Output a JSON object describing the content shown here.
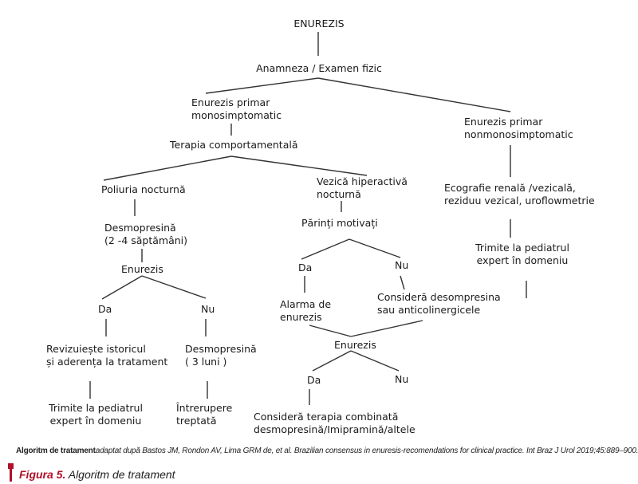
{
  "diagram": {
    "nodes": {
      "enurezis": [
        "ENUREZIS"
      ],
      "anamneza": [
        "Anamneza / Examen fizic"
      ],
      "primar_mono": [
        "Enurezis primar",
        "monosimptomatic"
      ],
      "primar_nonmono": [
        "Enurezis primar",
        "nonmonosimptomatic"
      ],
      "terapia": [
        "Terapia comportamentală"
      ],
      "poliuria": [
        "Poliuria nocturnă"
      ],
      "vezica": [
        "Vezică hiperactivă",
        "nocturnă"
      ],
      "ecografie": [
        "Ecografie renală /vezicală,",
        "reziduu vezical, uroflowmetrie"
      ],
      "trimite_right": [
        "Trimite la pediatrul",
        "expert în domeniu"
      ],
      "desmopresina": [
        "Desmopresină",
        "(2 -4 săptămâni)"
      ],
      "parinti": [
        "Părinți motivați"
      ],
      "enurezis_left": [
        "Enurezis"
      ],
      "da_mid": [
        "Da"
      ],
      "nu_mid": [
        "Nu"
      ],
      "da_left": [
        "Da"
      ],
      "nu_left": [
        "Nu"
      ],
      "alarma": [
        "Alarma de",
        "enurezis"
      ],
      "considera_desmo": [
        "Consideră desompresina",
        "sau anticolinergicele"
      ],
      "enurezis_mid": [
        "Enurezis"
      ],
      "revizuieste": [
        "Revizuiește istoricul",
        "și aderența la tratament"
      ],
      "desmo3": [
        "Desmopresină",
        "( 3 luni )"
      ],
      "da_low": [
        "Da"
      ],
      "nu_low": [
        "Nu"
      ],
      "trimite_left": [
        "Trimite la pediatrul",
        "expert în domeniu"
      ],
      "intrerupere": [
        "Întrerupere",
        "treptată"
      ],
      "considera_comb": [
        "Consideră terapia combinată",
        "desmopresină/Imipramină/altele"
      ]
    }
  },
  "source": {
    "label": "Algoritm de tratament",
    "reference": "adaptat după Bastos JM, Rondon AV, Lima GRM de, et al. Brazilian consensus in enuresis-recomendations for clinical practice. Int Braz J Urol 2019;45:889–900."
  },
  "caption": {
    "number": "Figura 5.",
    "title": "Algoritm de tratament"
  }
}
